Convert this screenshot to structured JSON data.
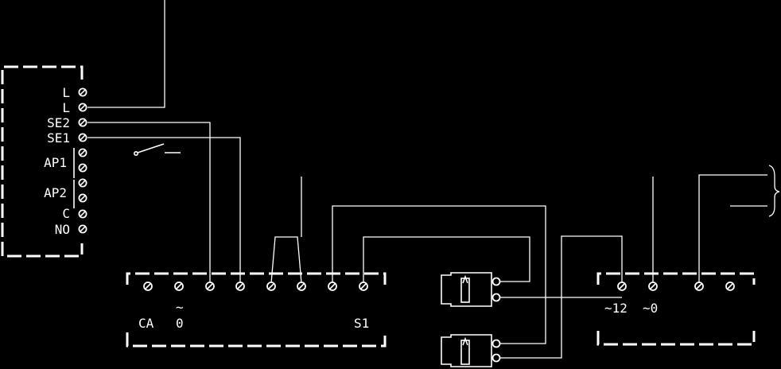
{
  "diagram": {
    "background": "#000000",
    "line_color": "#ffffff",
    "control_unit": {
      "terminals": [
        "L",
        "L",
        "SE2",
        "SE1",
        "AP1",
        "AP2",
        "C",
        "NO"
      ]
    },
    "lower_block": {
      "labels": {
        "ca": "CA",
        "tilde": "~",
        "zero": "0",
        "s1": "S1"
      }
    },
    "right_block": {
      "labels": {
        "v12": "~12",
        "v0": "~0"
      }
    }
  }
}
